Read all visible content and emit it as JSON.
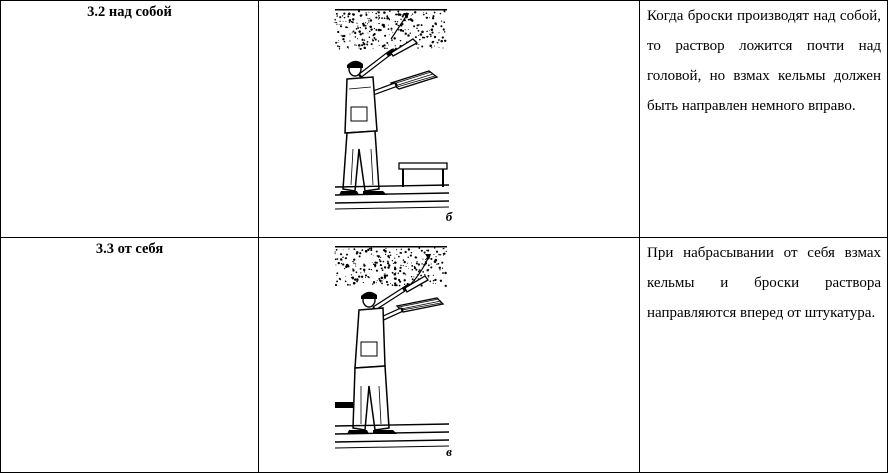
{
  "rows": [
    {
      "label": "3.2 над собой",
      "figure_letter": "б",
      "description": "Когда броски производят над собой, то раствор ложится почти над головой, но взмах кельмы должен быть направлен немного вправо."
    },
    {
      "label": "3.3 от себя",
      "figure_letter": "в",
      "description": "При набрасывании от себя взмах кельмы и броски раствора направляются вперед от штукатура."
    }
  ],
  "colors": {
    "border": "#000000",
    "text": "#000000",
    "background": "#ffffff"
  }
}
